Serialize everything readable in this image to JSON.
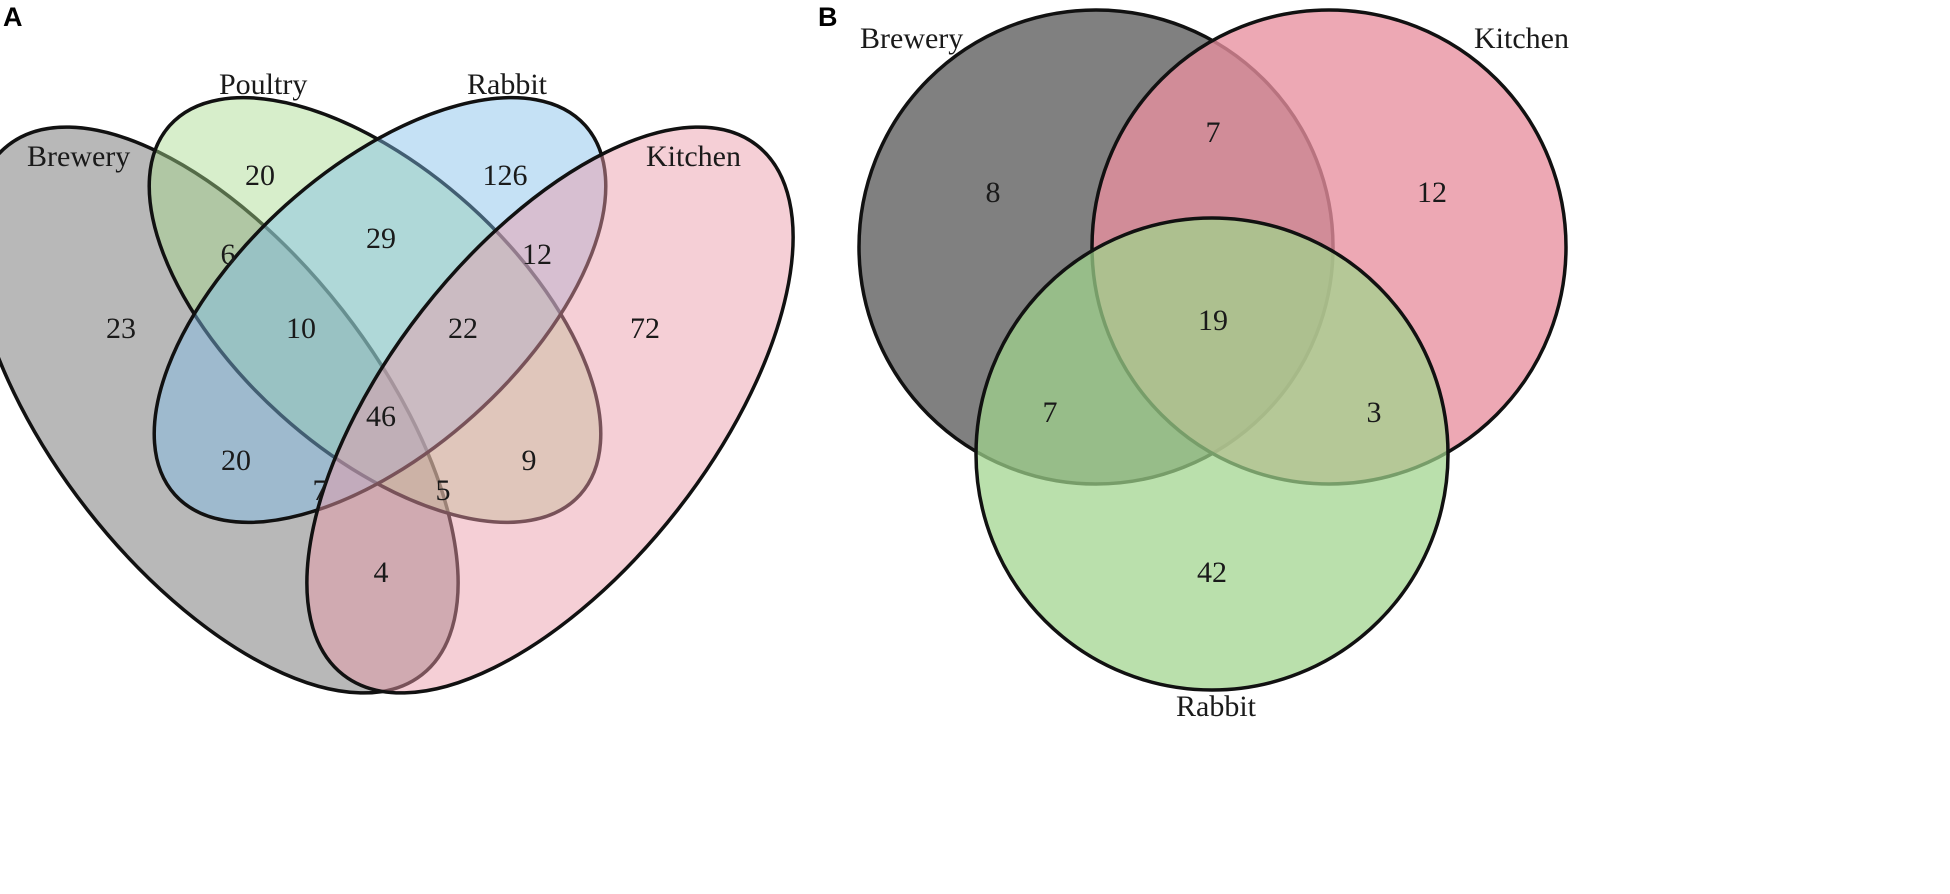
{
  "panels": [
    {
      "letter": "A",
      "sets": [
        {
          "name": "Brewery",
          "color": "#8c8c8c"
        },
        {
          "name": "Poultry",
          "color": "#a6d98c"
        },
        {
          "name": "Rabbit",
          "color": "#7fbce8"
        },
        {
          "name": "Kitchen",
          "color": "#eb9aaa"
        }
      ],
      "regions": [
        {
          "sets": [
            "Brewery"
          ],
          "count": "23"
        },
        {
          "sets": [
            "Poultry"
          ],
          "count": "20"
        },
        {
          "sets": [
            "Rabbit"
          ],
          "count": "126"
        },
        {
          "sets": [
            "Kitchen"
          ],
          "count": "72"
        },
        {
          "sets": [
            "Brewery",
            "Poultry"
          ],
          "count": "6"
        },
        {
          "sets": [
            "Poultry",
            "Rabbit"
          ],
          "count": "29"
        },
        {
          "sets": [
            "Rabbit",
            "Kitchen"
          ],
          "count": "12"
        },
        {
          "sets": [
            "Brewery",
            "Poultry",
            "Rabbit"
          ],
          "count": "10"
        },
        {
          "sets": [
            "Poultry",
            "Rabbit",
            "Kitchen"
          ],
          "count": "22"
        },
        {
          "sets": [
            "Brewery",
            "Poultry",
            "Rabbit",
            "Kitchen"
          ],
          "count": "46"
        },
        {
          "sets": [
            "Brewery",
            "Rabbit"
          ],
          "count": "20"
        },
        {
          "sets": [
            "Poultry",
            "Kitchen"
          ],
          "count": "9"
        },
        {
          "sets": [
            "Brewery",
            "Rabbit",
            "Kitchen"
          ],
          "count": "7"
        },
        {
          "sets": [
            "Brewery",
            "Poultry",
            "Kitchen"
          ],
          "count": "5"
        },
        {
          "sets": [
            "Brewery",
            "Kitchen"
          ],
          "count": "4"
        }
      ]
    },
    {
      "letter": "B",
      "sets": [
        {
          "name": "Brewery",
          "color": "#6e6e6e"
        },
        {
          "name": "Kitchen",
          "color": "#e8909f"
        },
        {
          "name": "Rabbit",
          "color": "#9fd48c"
        }
      ],
      "regions": [
        {
          "sets": [
            "Brewery"
          ],
          "count": "8"
        },
        {
          "sets": [
            "Kitchen"
          ],
          "count": "12"
        },
        {
          "sets": [
            "Brewery",
            "Kitchen"
          ],
          "count": "7"
        },
        {
          "sets": [
            "Brewery",
            "Kitchen",
            "Rabbit"
          ],
          "count": "19"
        },
        {
          "sets": [
            "Brewery",
            "Rabbit"
          ],
          "count": "7"
        },
        {
          "sets": [
            "Kitchen",
            "Rabbit"
          ],
          "count": "3"
        },
        {
          "sets": [
            "Rabbit"
          ],
          "count": "42"
        }
      ]
    }
  ]
}
